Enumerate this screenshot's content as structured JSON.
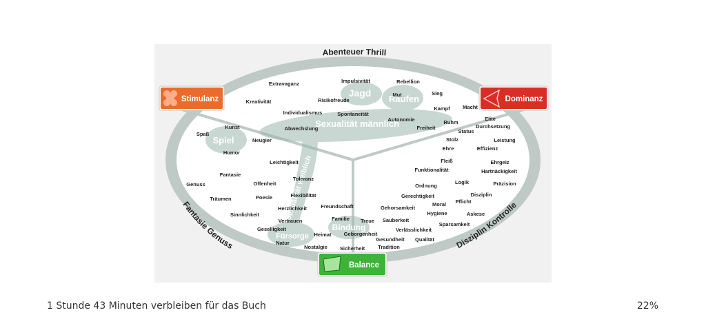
{
  "diagram": {
    "ring_labels": {
      "top": "Abenteuer Thrill",
      "left": "Fantasie Genuss",
      "right": "Disziplin Kontrolle"
    },
    "buttons": {
      "stimulanz": "Stimulanz",
      "dominanz": "Dominanz",
      "balance": "Balance"
    },
    "big_labels": {
      "jagd": "Jagd",
      "raufen": "Raufen",
      "spiel": "Spiel",
      "sex_m": "Sexualität männlich",
      "sex_w": "Sexualität weiblich",
      "bindung": "Bindung",
      "fuersorge": "Fürsorge"
    },
    "words": {
      "extravaganz": "Extravaganz",
      "impulsivitaet": "Impulsivität",
      "rebellion": "Rebellion",
      "kreativitaet": "Kreativität",
      "risikofreude": "Risikofreude",
      "mut": "Mut",
      "sieg": "Sieg",
      "individualismus": "Individualismus",
      "spontaneitaet": "Spontaneität",
      "kampf": "Kampf",
      "macht": "Macht",
      "autonomie": "Autonomie",
      "elite": "Elite",
      "kunst": "Kunst",
      "ruhm": "Ruhm",
      "durchsetzung": "Durchsetzung",
      "spass": "Spaß",
      "abwechslung": "Abwechslung",
      "freiheit": "Freiheit",
      "status": "Status",
      "neugier": "Neugier",
      "stolz": "Stolz",
      "leistung": "Leistung",
      "humor": "Humor",
      "ehre": "Ehre",
      "effizienz": "Effizienz",
      "leichtigkeit": "Leichtigkeit",
      "fleiss": "Fleiß",
      "ehrgeiz": "Ehrgeiz",
      "funktionalitaet": "Funktionalität",
      "hartnaeckigkeit": "Hartnäckigkeit",
      "fantasie": "Fantasie",
      "toleranz": "Toleranz",
      "genuss": "Genuss",
      "offenheit": "Offenheit",
      "logik": "Logik",
      "ordnung": "Ordnung",
      "praezision": "Präzision",
      "flexibilitaet": "Flexibilität",
      "gerechtigkeit": "Gerechtigkeit",
      "disziplin": "Disziplin",
      "traeumen": "Träumen",
      "poesie": "Poesie",
      "moral": "Moral",
      "pflicht": "Pflicht",
      "herzlichkeit": "Herzlichkeit",
      "freundschaft": "Freundschaft",
      "gehorsamkeit": "Gehorsamkeit",
      "sinnlichkeit": "Sinnlichkeit",
      "hygiene": "Hygiene",
      "askese": "Askese",
      "vertrauen": "Vertrauen",
      "familie": "Familie",
      "treue": "Treue",
      "sauberkeit": "Sauberkeit",
      "sparsamkeit": "Sparsamkeit",
      "geselligkeit": "Geselligkeit",
      "verlaesslichkeit": "Verlässlichkeit",
      "heimat": "Heimat",
      "geborgenheit": "Geborgenheit",
      "gesundheit": "Gesundheit",
      "qualitaet": "Qualität",
      "natur": "Natur",
      "nostalgie": "Nostalgie",
      "sicherheit": "Sicherheit",
      "tradition": "Tradition"
    }
  },
  "colors": {
    "ring": "#bfc9c5",
    "overlay": "#9cb8ae",
    "stimulanz": "#ea6b2c",
    "dominanz": "#d92d27",
    "balance": "#3fb23a"
  },
  "footer": {
    "time_left": "1 Stunde 43 Minuten verbleiben für das Buch",
    "percent": "22%"
  }
}
